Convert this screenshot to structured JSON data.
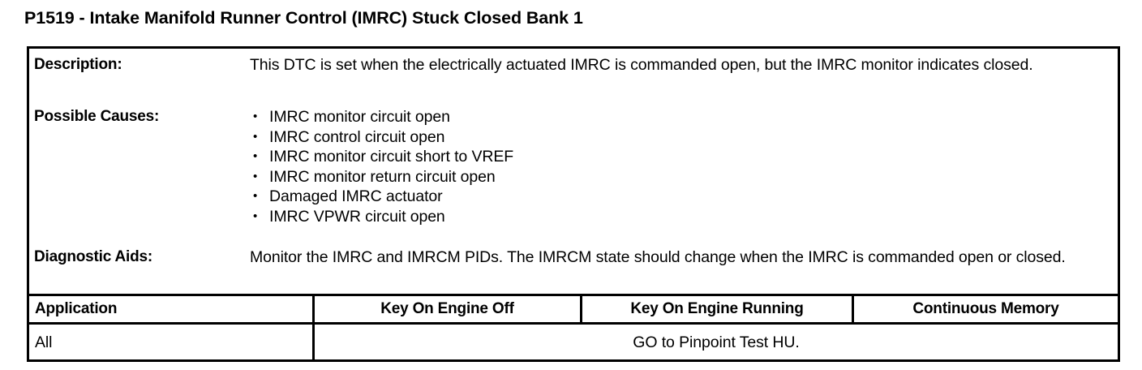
{
  "document": {
    "title": "P1519 - Intake Manifold Runner Control (IMRC) Stuck Closed Bank 1"
  },
  "info": {
    "description": {
      "label": "Description:",
      "text": "This DTC is set when the electrically actuated IMRC is commanded open, but the IMRC monitor indicates closed."
    },
    "possible_causes": {
      "label": "Possible Causes:",
      "bullet_glyph": "•",
      "items": [
        "IMRC monitor circuit open",
        "IMRC control circuit open",
        "IMRC monitor circuit short to VREF",
        "IMRC monitor return circuit open",
        "Damaged IMRC actuator",
        "IMRC VPWR circuit open"
      ]
    },
    "diagnostic_aids": {
      "label": "Diagnostic Aids:",
      "text": "Monitor the IMRC and IMRCM PIDs. The IMRCM state should change when the IMRC is commanded open or closed."
    }
  },
  "results_table": {
    "headers": [
      "Application",
      "Key On Engine Off",
      "Key On Engine Running",
      "Continuous Memory"
    ],
    "rows": [
      {
        "application": "All",
        "merged_result": "GO to Pinpoint Test HU."
      }
    ]
  }
}
